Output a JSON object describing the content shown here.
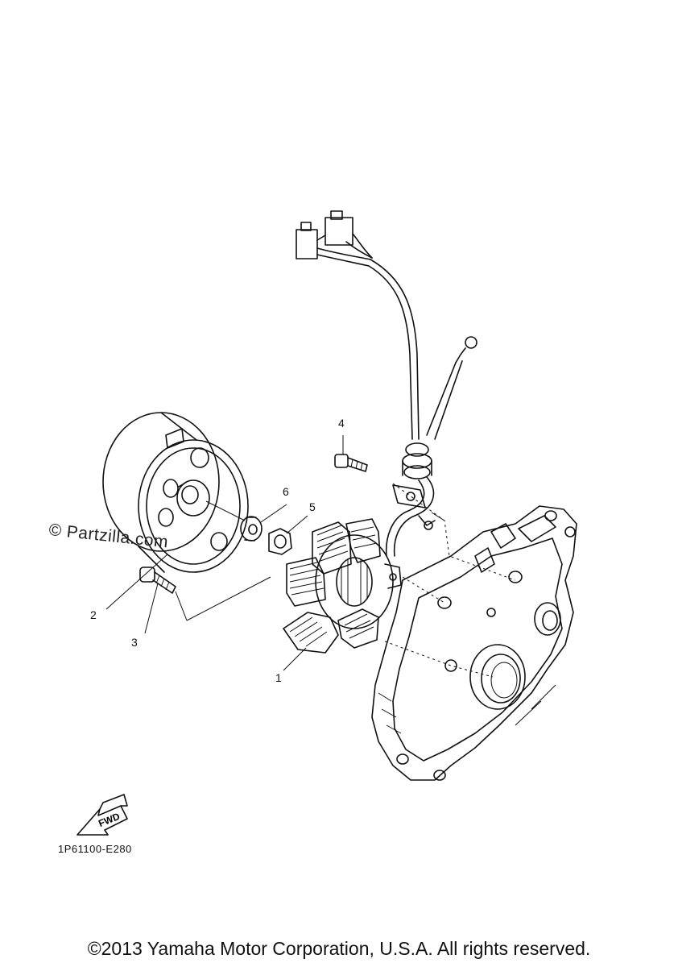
{
  "watermark": "© Partzilla.com",
  "callouts": [
    {
      "number": "1"
    },
    {
      "number": "2"
    },
    {
      "number": "3"
    },
    {
      "number": "4"
    },
    {
      "number": "5"
    },
    {
      "number": "6"
    }
  ],
  "fwd_label": "FWD",
  "diagram_code": "1P61100-E280",
  "copyright": "©2013 Yamaha Motor Corporation, U.S.A. All rights reserved."
}
